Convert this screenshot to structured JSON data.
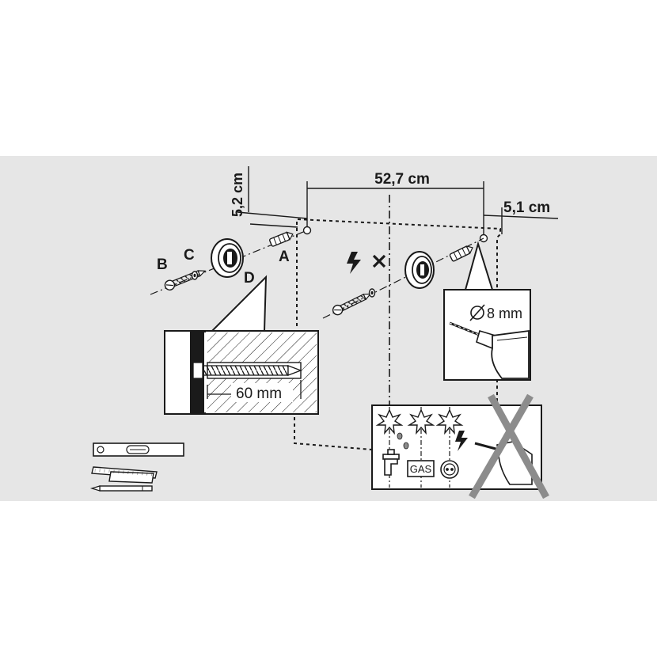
{
  "dimensions": {
    "width_between_holes": "52,7 cm",
    "left_offset": "5,2 cm",
    "right_offset": "5,1 cm",
    "drill_diameter": "8 mm",
    "screw_depth": "60 mm"
  },
  "parts": {
    "a": "A",
    "b": "B",
    "c": "C",
    "d": "D"
  },
  "hazards": {
    "gas_label": "GAS"
  },
  "colors": {
    "panel_background": "#e6e6e6",
    "line": "#1a1a1a",
    "forbidden_cross": "#8c8c8c",
    "page_background": "#ffffff"
  },
  "icons": {
    "diameter": "diameter-icon",
    "electricity": "lightning-icon",
    "forbidden": "cross-icon"
  }
}
